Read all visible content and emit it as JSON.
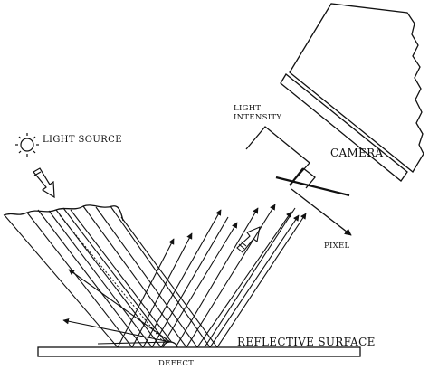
{
  "labels": {
    "light_source": "LIGHT SOURCE",
    "light_intensity_line1": "LIGHT",
    "light_intensity_line2": "INTENSITY",
    "camera": "CAMERA",
    "pixel": "PIXEL",
    "reflective_surface": "REFLECTIVE SURFACE",
    "defect": "DEFECT"
  },
  "colors": {
    "ink": "#111111",
    "background": "#ffffff"
  },
  "icons": {
    "light_source": "sun-icon",
    "incident_arrow": "arrow-icon",
    "reflection_arrow": "arrow-icon"
  }
}
